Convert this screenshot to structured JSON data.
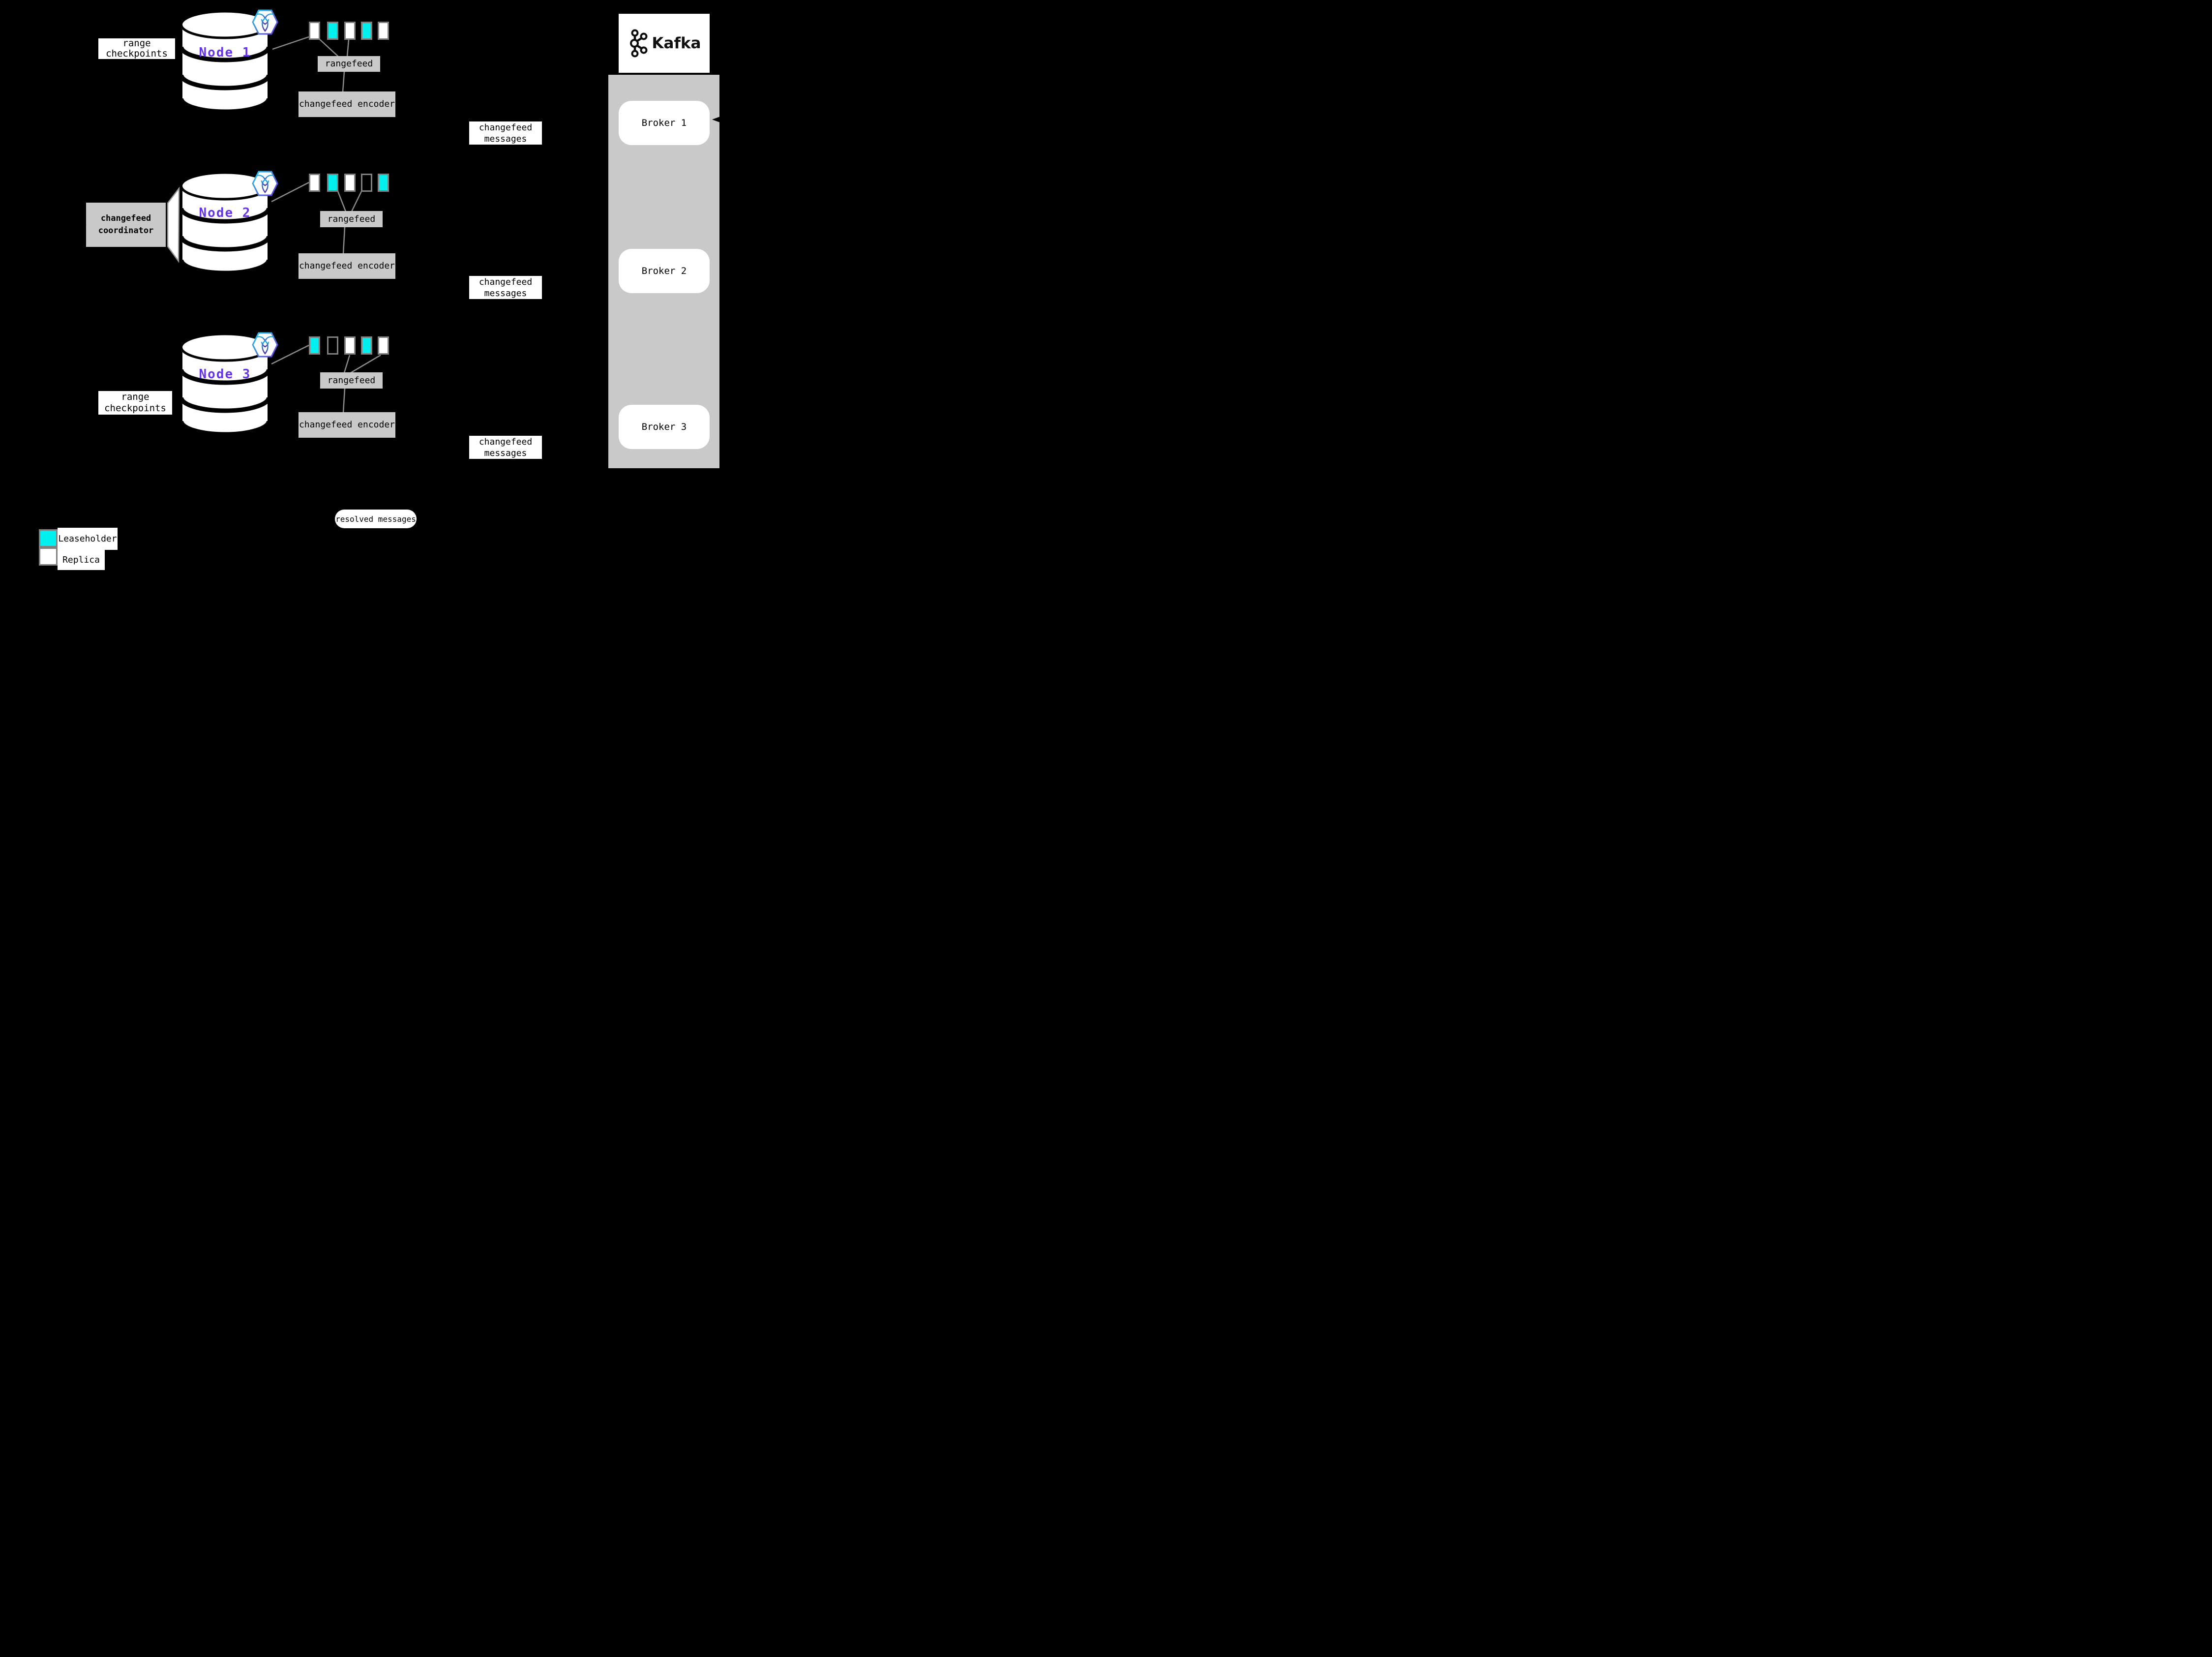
{
  "colors": {
    "leaseholder": "#00efef",
    "replica": "#ffffff",
    "box-gray": "#c9c9c9",
    "accent-purple": "#6535e8",
    "line-gray": "#8c8c8c",
    "border-gray": "#808080"
  },
  "nodes": [
    {
      "label": "Node 1",
      "checkpoints_label": "range checkpoints",
      "ranges": [
        "replica",
        "leaseholder",
        "replica",
        "leaseholder",
        "replica"
      ],
      "rangefeed_label": "rangefeed",
      "encoder_label": "changefeed encoder",
      "messages_label": "changefeed messages"
    },
    {
      "label": "Node 2",
      "coordinator_label": "changefeed coordinator",
      "ranges": [
        "replica",
        "leaseholder",
        "replica",
        "empty",
        "leaseholder"
      ],
      "rangefeed_label": "rangefeed",
      "encoder_label": "changefeed encoder",
      "messages_label": "changefeed messages"
    },
    {
      "label": "Node 3",
      "checkpoints_label": "range checkpoints",
      "ranges": [
        "leaseholder",
        "empty",
        "replica",
        "leaseholder",
        "replica"
      ],
      "rangefeed_label": "rangefeed",
      "encoder_label": "changefeed encoder",
      "messages_label": "changefeed messages"
    }
  ],
  "kafka": {
    "title": "Kafka",
    "brokers": [
      "Broker 1",
      "Broker 2",
      "Broker 3"
    ]
  },
  "resolved_label": "resolved messages",
  "legend": {
    "leaseholder": "Leaseholder",
    "replica": "Replica"
  }
}
